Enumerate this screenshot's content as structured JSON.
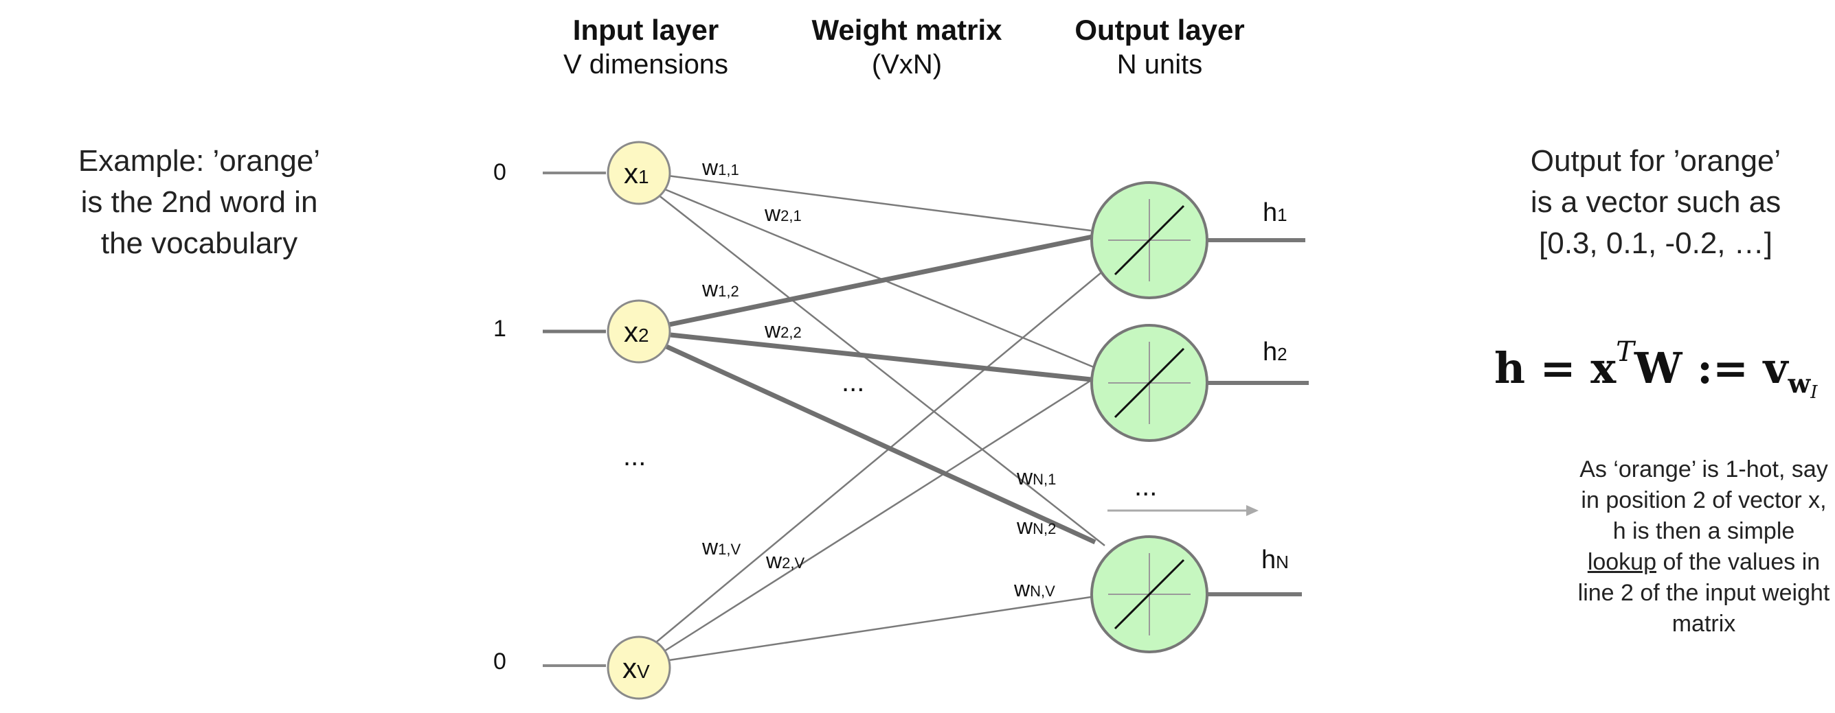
{
  "headers": {
    "input": {
      "title": "Input layer",
      "sub": "V dimensions"
    },
    "weight": {
      "title": "Weight matrix",
      "sub": "(VxN)"
    },
    "output": {
      "title": "Output layer",
      "sub": "N units"
    }
  },
  "left_text": "Example: ’orange’\nis the  2nd word in\nthe vocabulary",
  "right_text": "Output for ’orange’\nis a vector such as\n[0.3, 0.1, -0.2, …]",
  "formula": {
    "h": "h",
    "eq": " = ",
    "x": "x",
    "T": "T",
    "W": "W",
    "assign": " := ",
    "v": "v",
    "w": "w",
    "I": "I"
  },
  "explanation": {
    "line1": "As ‘orange’ is 1-hot, say",
    "line2": "in position 2 of vector x,",
    "line3": "h is then a simple",
    "lookup": "lookup",
    "line4_rest": " of the values in",
    "line5": "line 2 of the input weight",
    "line6": "matrix"
  },
  "inputs": [
    {
      "value": "0",
      "node": "x",
      "sub": "1"
    },
    {
      "value": "1",
      "node": "x",
      "sub": "2"
    },
    {
      "value": "0",
      "node": "x",
      "sub": "V"
    }
  ],
  "input_ellipsis": "...",
  "middle_ellipsis": "...",
  "output_ellipsis": "...",
  "outputs": [
    {
      "label": "h",
      "sub": "1"
    },
    {
      "label": "h",
      "sub": "2"
    },
    {
      "label": "h",
      "sub": "N"
    }
  ],
  "weights": {
    "w11": {
      "w": "w",
      "sub": "1,1"
    },
    "w21": {
      "w": "w",
      "sub": "2,1"
    },
    "w12": {
      "w": "w",
      "sub": "1,2"
    },
    "w22": {
      "w": "w",
      "sub": "2,2"
    },
    "wN1": {
      "w": "w",
      "sub": "N,1"
    },
    "wN2": {
      "w": "w",
      "sub": "N,2"
    },
    "wNV": {
      "w": "w",
      "sub": "N,V"
    },
    "w1V": {
      "w": "w",
      "sub": "1,V"
    },
    "w2V": {
      "w": "w",
      "sub": "2,V"
    }
  },
  "colors": {
    "input_node": "#fdf8c3",
    "output_node": "#c6f7c0",
    "edge": "#7a7a7a",
    "highlight_edge": "#6f6f6f"
  }
}
